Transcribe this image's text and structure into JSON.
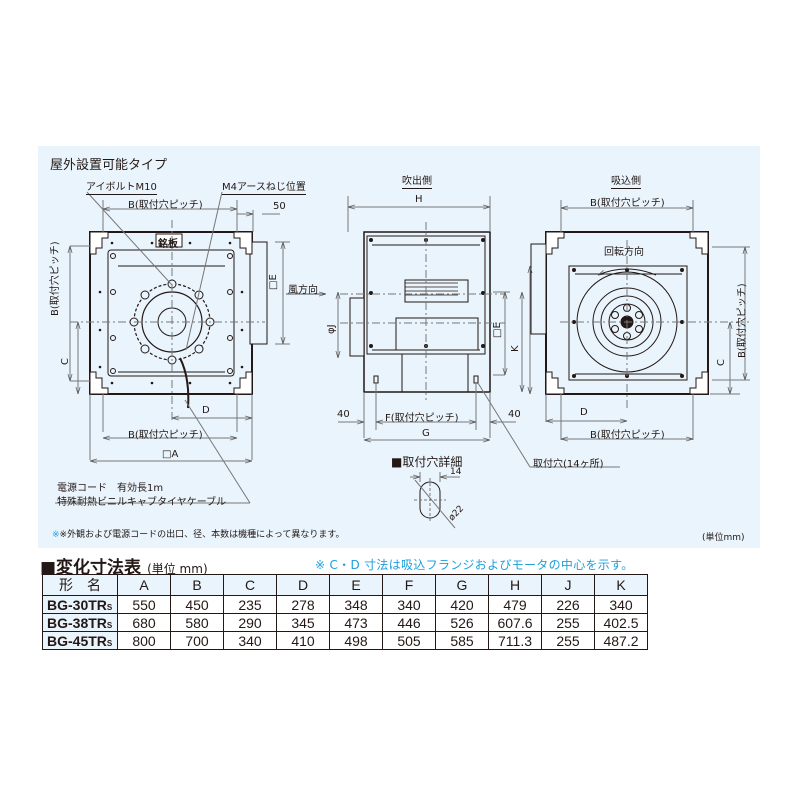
{
  "panel": {
    "title": "屋外設置可能タイプ",
    "front_view": {
      "eyebolt_label": "アイボルトM10",
      "earth_screw_label": "M4アースねじ位置",
      "nameplate_label": "銘板",
      "b_pitch_top": "B(取付穴ピッチ)",
      "dim_50": "50",
      "b_pitch_side": "B(取付穴ピッチ)",
      "c_label": "C",
      "d_label": "D",
      "b_pitch_bottom": "B(取付穴ピッチ)",
      "a_label": "□A",
      "e_label": "□E",
      "wind_direction": "風方向",
      "cord_line1": "電源コード　有効長1m",
      "cord_line2": "特殊耐熱ビニルキャブタイヤケーブル"
    },
    "outlet_view": {
      "title": "吹出側",
      "h_label": "H",
      "phi_j_label": "φJ",
      "e_label": "□E",
      "k_label": "K",
      "left_40": "40",
      "right_40": "40",
      "f_pitch": "F(取付穴ピッチ)",
      "g_label": "G",
      "mount_hole_label": "取付穴(14ヶ所)"
    },
    "hole_detail": {
      "title": "■取付穴詳細",
      "width": "14",
      "diameter": "ø22"
    },
    "inlet_view": {
      "title": "吸込側",
      "b_pitch_top": "B(取付穴ピッチ)",
      "rotation": "回転方向",
      "c_label": "C",
      "b_pitch_side": "B(取付穴ピッチ)",
      "d_label": "D",
      "b_pitch_bottom": "B(取付穴ピッチ)"
    },
    "footnote": "※外観および電源コードの出口、径、本数は機種によって異なります。",
    "unit": "(単位mm)"
  },
  "table": {
    "title": "■変化寸法表",
    "unit": "(単位 mm)",
    "note": "※ C・D 寸法は吸込フランジおよびモータの中心を示す。",
    "headers": [
      "形　名",
      "A",
      "B",
      "C",
      "D",
      "E",
      "F",
      "G",
      "H",
      "J",
      "K"
    ],
    "rows": [
      {
        "model": "BG-30TR",
        "sub": "S",
        "values": [
          "550",
          "450",
          "235",
          "278",
          "348",
          "340",
          "420",
          "479",
          "226",
          "340"
        ]
      },
      {
        "model": "BG-38TR",
        "sub": "S",
        "values": [
          "680",
          "580",
          "290",
          "345",
          "473",
          "446",
          "526",
          "607.6",
          "255",
          "402.5"
        ]
      },
      {
        "model": "BG-45TR",
        "sub": "S",
        "values": [
          "800",
          "700",
          "340",
          "410",
          "498",
          "505",
          "585",
          "711.3",
          "255",
          "487.2"
        ]
      }
    ]
  },
  "colors": {
    "panel_bg": "#eaf4fc",
    "line": "#231815",
    "note_blue": "#1ea0dc"
  }
}
